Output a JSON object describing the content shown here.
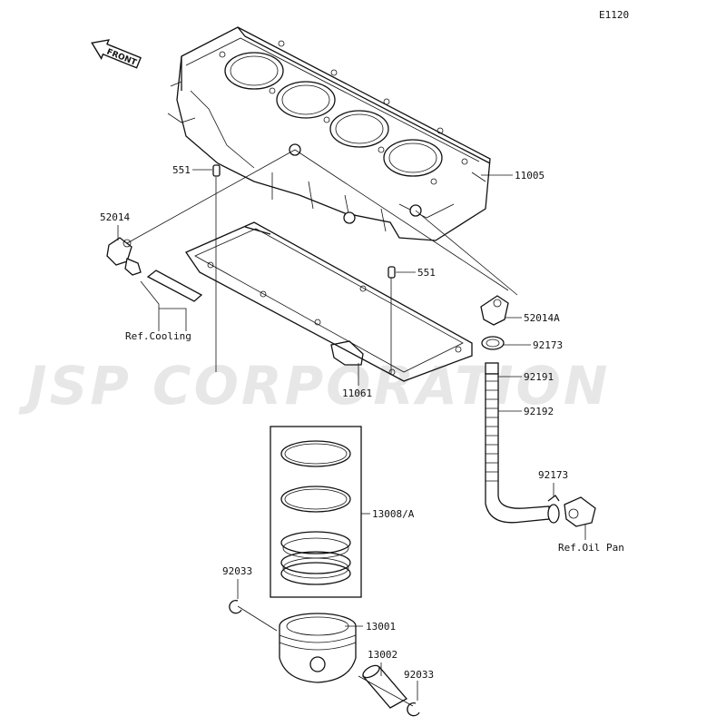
{
  "diagram": {
    "code": "E1120",
    "front_label": "FRONT",
    "watermark": "JSP CORPORATION",
    "parts": [
      {
        "id": "p-11005",
        "number": "11005"
      },
      {
        "id": "p-551-top",
        "number": "551"
      },
      {
        "id": "p-551-mid",
        "number": "551"
      },
      {
        "id": "p-52014",
        "number": "52014"
      },
      {
        "id": "p-52014a",
        "number": "52014A"
      },
      {
        "id": "p-92173-top",
        "number": "92173"
      },
      {
        "id": "p-92191",
        "number": "92191"
      },
      {
        "id": "p-92192",
        "number": "92192"
      },
      {
        "id": "p-92173-bot",
        "number": "92173"
      },
      {
        "id": "p-11061",
        "number": "11061"
      },
      {
        "id": "p-13008a",
        "number": "13008/A"
      },
      {
        "id": "p-92033-left",
        "number": "92033"
      },
      {
        "id": "p-13001",
        "number": "13001"
      },
      {
        "id": "p-13002",
        "number": "13002"
      },
      {
        "id": "p-92033-right",
        "number": "92033"
      }
    ],
    "refs": [
      {
        "id": "ref-cooling",
        "text": "Ref.Cooling"
      },
      {
        "id": "ref-oil-pan",
        "text": "Ref.Oil Pan"
      }
    ]
  }
}
